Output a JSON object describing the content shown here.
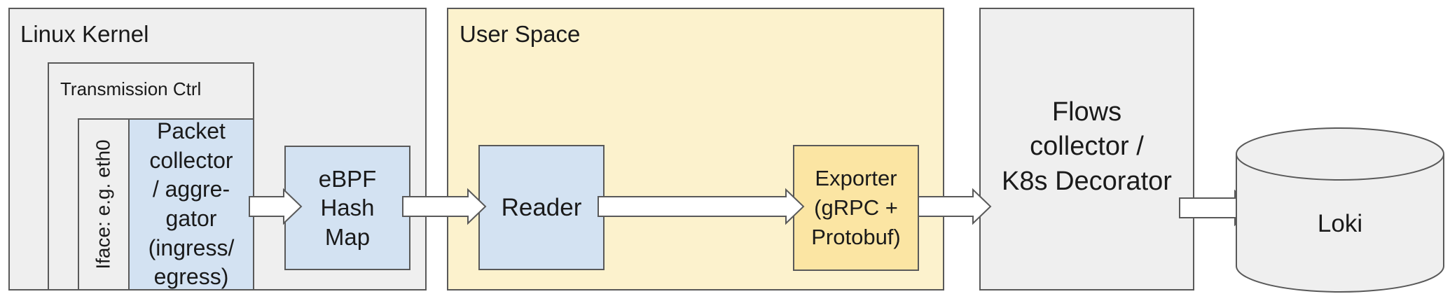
{
  "colors": {
    "panel_gray": "#efefef",
    "panel_yellow": "#fcf2cd",
    "component_blue": "#d3e2f2",
    "exporter_yellow": "#fbe5a3",
    "border": "#595959",
    "arrow_fill": "#ffffff"
  },
  "linux_kernel": {
    "title": "Linux Kernel",
    "transmission_ctrl": {
      "title": "Transmission Ctrl",
      "iface_label": "Iface: e.g. eth0",
      "packet_collector": "Packet\ncollector\n/ aggre-\ngator\n(ingress/\negress)"
    },
    "ebpf_map": "eBPF\nHash\nMap"
  },
  "user_space": {
    "title": "User Space",
    "reader": "Reader",
    "exporter": "Exporter\n(gRPC +\nProtobuf)"
  },
  "flows_collector": "Flows\ncollector /\nK8s Decorator",
  "loki": "Loki"
}
